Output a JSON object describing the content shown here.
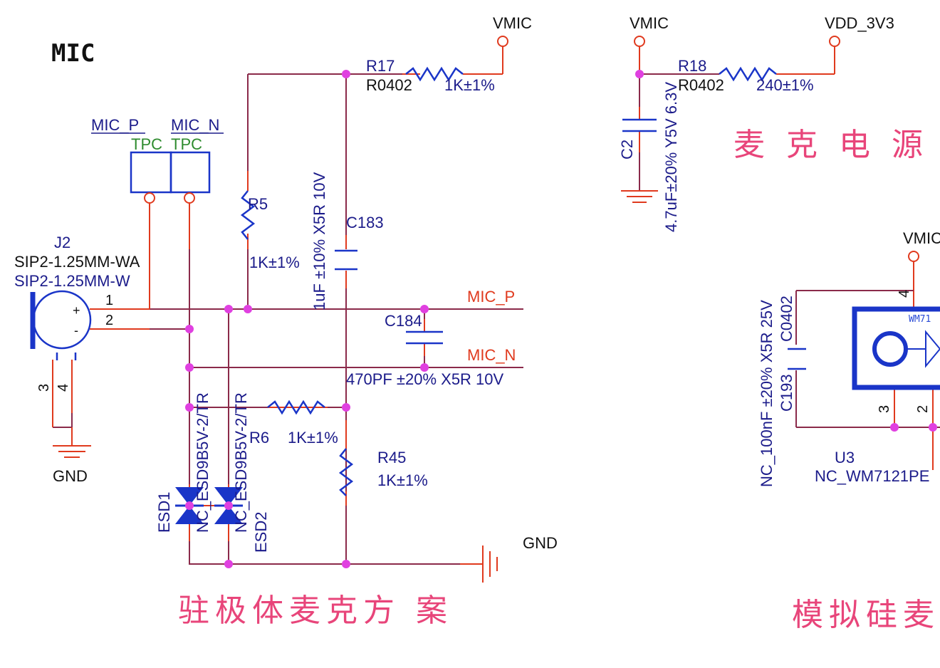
{
  "title": "MIC",
  "captions": {
    "electret": "驻极体麦克方 案",
    "mic_power": "麦 克 电 源",
    "analog": "模拟硅麦"
  },
  "nets": {
    "vmic": "VMIC",
    "vdd": "VDD_3V3",
    "gnd": "GND",
    "mic_p": "MIC_P",
    "mic_n": "MIC_N"
  },
  "test_points": [
    {
      "net": "MIC_P",
      "type": "TPC"
    },
    {
      "net": "MIC_N",
      "type": "TPC"
    }
  ],
  "components": {
    "j2": {
      "ref": "J2",
      "footprint_a": "SIP2-1.25MM-WA",
      "footprint_b": "SIP2-1.25MM-W",
      "pins": [
        "1",
        "2",
        "3",
        "4"
      ],
      "plus": "+",
      "minus": "-"
    },
    "r17": {
      "ref": "R17",
      "package": "R0402",
      "value": "1K±1%"
    },
    "r18": {
      "ref": "R18",
      "package": "R0402",
      "value": "240±1%"
    },
    "r5": {
      "ref": "R5",
      "value": "1K±1%"
    },
    "r6": {
      "ref": "R6",
      "value": "1K±1%"
    },
    "r45": {
      "ref": "R45",
      "value": "1K±1%"
    },
    "c183": {
      "ref": "C183",
      "value": "1uF ±10% X5R 10V"
    },
    "c184": {
      "ref": "C184",
      "value": "470PF ±20% X5R 10V"
    },
    "c2": {
      "ref": "C2",
      "value": "4.7uF±20% Y5V 6.3V"
    },
    "c193": {
      "ref": "C193",
      "package": "C0402",
      "value": "NC_100nF ±20% X5R 25V"
    },
    "esd1": {
      "ref": "ESD1",
      "part": "NC_ESD9B5V-2/TR"
    },
    "esd2": {
      "ref": "ESD2",
      "part": "NC_ESD9B5V-2/TR"
    },
    "u3": {
      "ref": "U3",
      "part": "NC_WM7121PE",
      "chip_text": "WM71",
      "pins": [
        "4",
        "3",
        "2"
      ]
    }
  },
  "colors": {
    "wire": "#8b2a4a",
    "pin": "#e03a1e",
    "symbol": "#1a35c8",
    "junction": "#e040e0",
    "caption": "#e8457a"
  }
}
